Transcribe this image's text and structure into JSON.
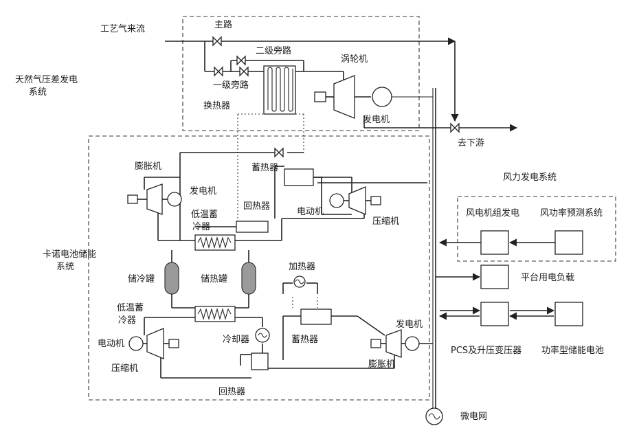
{
  "labels": {
    "process_gas_inlet": "工艺气来流",
    "main_line": "主路",
    "secondary_bypass": "二级旁路",
    "primary_bypass": "一级旁路",
    "turbine": "涡轮机",
    "heat_exchanger": "换热器",
    "generator_top": "发电机",
    "downstream": "去下游",
    "gas_pressure_system": "天然气压差发电系统",
    "expander_left": "膨胀机",
    "generator_left": "发电机",
    "heat_storage_top": "蓄热器",
    "regenerator_top": "回热器",
    "motor_top": "电动机",
    "compressor_top": "压缩机",
    "low_temp_cold_storage_top_1": "低温蓄",
    "low_temp_cold_storage_top_2": "冷器",
    "carnot_system": "卡诺电池储能系统",
    "cold_tank": "储冷罐",
    "hot_tank": "储热罐",
    "heater": "加热器",
    "low_temp_cold_storage_bottom_1": "低温蓄",
    "low_temp_cold_storage_bottom_2": "冷器",
    "cooler": "冷却器",
    "heat_storage_bottom": "蓄热器",
    "generator_bottom": "发电机",
    "motor_bottom": "电动机",
    "compressor_bottom": "压缩机",
    "expander_bottom": "膨胀机",
    "regenerator_bottom": "回热器",
    "microgrid": "微电网",
    "wind_system": "风力发电系统",
    "wind_turbine": "风电机组发电",
    "wind_forecast": "风功率预测系统",
    "platform_load": "平台用电负载",
    "pcs_transformer": "PCS及升压变压器",
    "power_battery": "功率型储能电池"
  },
  "icons": [
    "valve-icon",
    "gate-valve-icon",
    "turbine-icon",
    "generator-icon",
    "motor-icon",
    "compressor-icon",
    "expander-icon",
    "heat-exchanger-icon",
    "storage-tank-icon",
    "heater-icon",
    "ac-source-icon",
    "arrow-icon"
  ],
  "colors": {
    "line": "#222222",
    "tank_fill": "#9a9a9a",
    "background": "#ffffff"
  }
}
